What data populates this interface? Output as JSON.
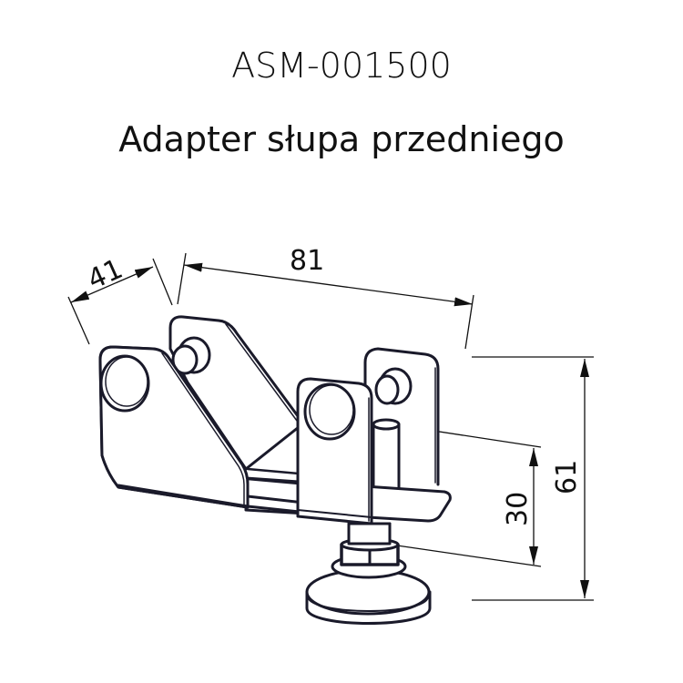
{
  "drawing": {
    "part_number": "ASM-001500",
    "part_name": "Adapter słupa przedniego",
    "line_color": "#1a1a2a",
    "background": "#ffffff"
  },
  "dimensions": {
    "depth": {
      "value": "41",
      "label": "41"
    },
    "width": {
      "value": "81",
      "label": "81"
    },
    "height_total": {
      "value": "61",
      "label": "61"
    },
    "height_adjust": {
      "value": "30",
      "label": "30"
    }
  }
}
